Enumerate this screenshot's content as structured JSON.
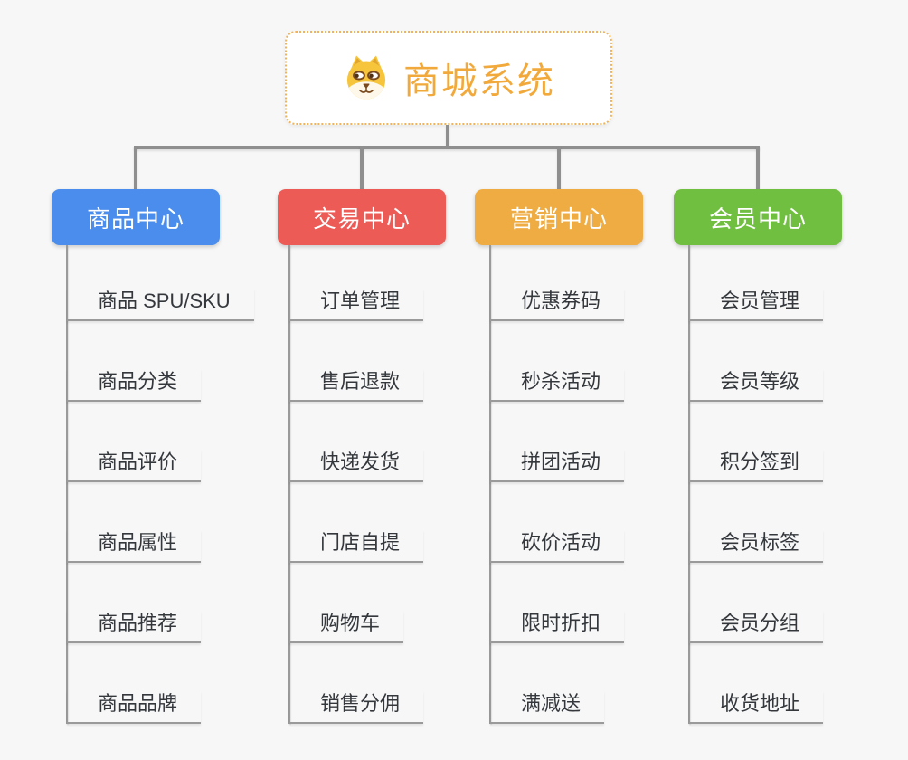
{
  "root": {
    "title": "商城系统",
    "icon": "shiba-dog-icon"
  },
  "branches": [
    {
      "label": "商品中心",
      "color": "#4A8DEC",
      "items": [
        "商品 SPU/SKU",
        "商品分类",
        "商品评价",
        "商品属性",
        "商品推荐",
        "商品品牌"
      ]
    },
    {
      "label": "交易中心",
      "color": "#EC5B56",
      "items": [
        "订单管理",
        "售后退款",
        "快递发货",
        "门店自提",
        "购物车",
        "销售分佣"
      ]
    },
    {
      "label": "营销中心",
      "color": "#EFAC43",
      "items": [
        "优惠券码",
        "秒杀活动",
        "拼团活动",
        "砍价活动",
        "限时折扣",
        "满减送"
      ]
    },
    {
      "label": "会员中心",
      "color": "#70BF40",
      "items": [
        "会员管理",
        "会员等级",
        "积分签到",
        "会员标签",
        "会员分组",
        "收货地址"
      ]
    }
  ],
  "colors": {
    "background": "#F7F7F7",
    "root_text": "#F2A93B",
    "root_border": "#F0B35C",
    "connector": "#8F8F8F",
    "child_line": "#9A9A9A",
    "child_text": "#34383D"
  }
}
